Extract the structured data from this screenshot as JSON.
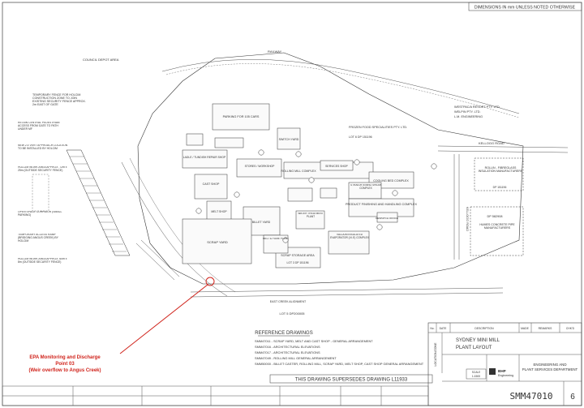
{
  "header": {
    "dimensions_note": "DIMENSIONS IN mm UNLESS NOTED OTHERWISE"
  },
  "site": {
    "labels": {
      "council_depot": "COUNCIL DEPOT AREA",
      "railway": "RAILWAY",
      "temp_fence": "TEMPORARY FENCE FOR HOLCIM CONSTRUCTION ZONE TO JOIN EXISTING SECURITY FENCE APPROX. 2m EAST OF GATE",
      "parking": "PARKING FOR 105 CARS",
      "switch_yard": "SWITCH YARD",
      "frozen_food": "FROZEN FOOD SPECIALITIES PTY. LTD.",
      "frozen_food_lot": "LOT 6 DP 151196",
      "westpack": "WESTPAC/A RESORT PTY. LTD.",
      "welpin": "WELPIN PTY. LTD.",
      "lm_engineering": "L.M. ENGINEERING",
      "kellogg_road": "KELLOGG  ROAD",
      "retain_pedestrian": "RETAIN CENTRAL PEDESTRIAN ACCESS FROM GATE TO PATH UNDER MF",
      "new_access": "NEW 2.4 VERT APPROACH LOCATION TO BE INSTALLED BY HOLCIM",
      "ladle_tundish": "LADLE / TUNDISH REPAIR SHOP",
      "stores": "STORES / WORKSHOP",
      "rolling_mill": "ROLLING MILL COMPLEX",
      "services_shop": "SERVICES SHOP",
      "cooling_bed": "COOLING BED COMPLEX",
      "straightening": "STRAIGHTENING SHEAR COMPLEX",
      "rollin_fibreglass": "ROLLIN - FIBREGLASS INSULATION MANUFACTURERS",
      "rollin_lot": "DP 151196",
      "cast_shop": "CAST SHOP",
      "melt_shop": "MELT SHOP",
      "product_finishing": "PRODUCT FINISHING AND HANDLING COMPLEX",
      "despatch": "DESPATCH OFFICE",
      "holcim_work_area": "HOLCIM WORK AREA APPROX. 72m x 25m (OUTSIDE SECURITY FENCE)",
      "billet_yard": "BILLET YARD",
      "wtp": "WATER TREATMENT PLANT",
      "open_space": "OPEN SPACE CORRIDOR (SMALL PARKING)",
      "scrap_yard": "SCRAP YARD",
      "scrap_storage": "SCRAP STORAGE AREA",
      "scrap_lot": "LOT 3 DP 151196",
      "vacuum": "VACUUM INSULATED EVAPORATOR (V.I.E) COMPLEX",
      "melt_fume": "MELT & FUME PLANT",
      "dp_number": "DP 582908",
      "humes": "HUMES CONCRETE PIPE MANUFACTURERS",
      "temp_access_ramp": "TEMPORARY ACCESS RAMP (BRIDGING ANGUS CREEK) BY HOLCIM",
      "holcim_work_area_2": "HOLCIM WORK AREA APPROX. 60m x 8m (OUTSIDE SECURITY FENCE)",
      "angus_creek_road": "EAST CREEK ALIGNMENT",
      "lot5": "LOT 5  DP200005",
      "kellogg_vertical": "KELLOGG ROAD"
    }
  },
  "reference": {
    "title": "REFERENCE DRAWINGS",
    "items": [
      "SMM47011 - SCRAP YARD, MELT AND CAST SHOP - GENERAL ARRANGEMENT",
      "SMM47016 - ARCHITECTURAL ELEVATIONS",
      "SMM47017 - ARCHITECTURAL ELEVATIONS",
      "SMM47049 - ROLLING MILL GENERAL ARRANGEMENT",
      "SMM50000 - BILLET CASTER, ROLLING MILL, SCRAP YARD, MELT SHOP, CAST SHOP GENERAL ARRANGEMENT"
    ]
  },
  "supersedes": "THIS DRAWING SUPERSEDES DRAWING L11933",
  "annotation": {
    "line1": "EPA Monitoring and Discharge",
    "line2": "Point 03",
    "line3": "(Weir overflow to Angus Creek)",
    "color": "#d0241c"
  },
  "title_block": {
    "project": "SYDNEY MINI MILL",
    "drawing_title": "PLANT LAYOUT",
    "department_line1": "ENGINEERING AND",
    "department_line2": "PLANT SERVICES DEPARTMENT",
    "company_short": "BHP",
    "company_unit": "Engineering",
    "drawing_number": "SMM47010",
    "revision": "6",
    "rev_headers": [
      "No.",
      "DATE",
      "DESCRIPTION",
      "MADE",
      "REMARKS",
      "CHK'D"
    ],
    "scale_label": "SCALE",
    "scale_value": "1:1500",
    "location_label": "LOCATION/ZONE"
  }
}
